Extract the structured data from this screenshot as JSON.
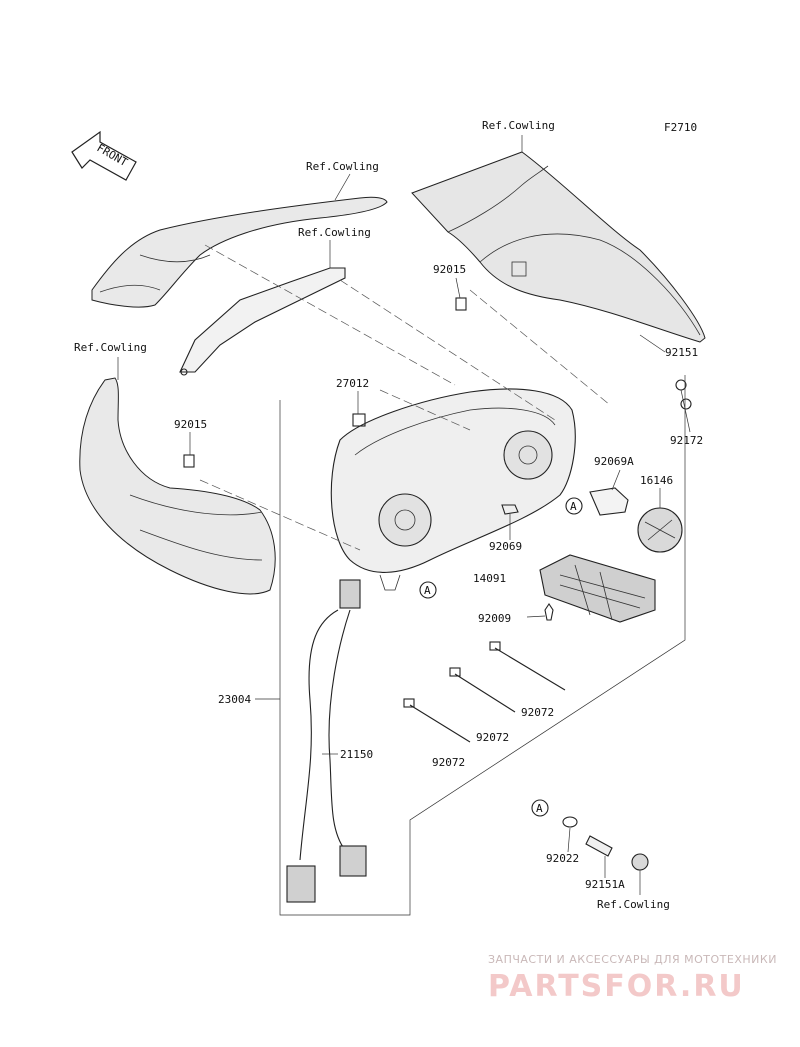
{
  "figure_code": "F2710",
  "front_label": "FRONT",
  "ref_cowling": "Ref.Cowling",
  "parts": {
    "p92015_upper": "92015",
    "p92151": "92151",
    "p27012": "27012",
    "p92172": "92172",
    "p92015_lower": "92015",
    "p92069A": "92069A",
    "p16146": "16146",
    "p92069": "92069",
    "p14091": "14091",
    "p92009": "92009",
    "p23004": "23004",
    "p92072_a": "92072",
    "p92072_b": "92072",
    "p92072_c": "92072",
    "p21150": "21150",
    "p92022": "92022",
    "p92151A": "92151A"
  },
  "callout_a": "A",
  "watermark": {
    "tagline": "ЗАПЧАСТИ И АКСЕССУАРЫ ДЛЯ МОТОТЕХНИКИ",
    "logo": "PARTSFOR.RU"
  }
}
